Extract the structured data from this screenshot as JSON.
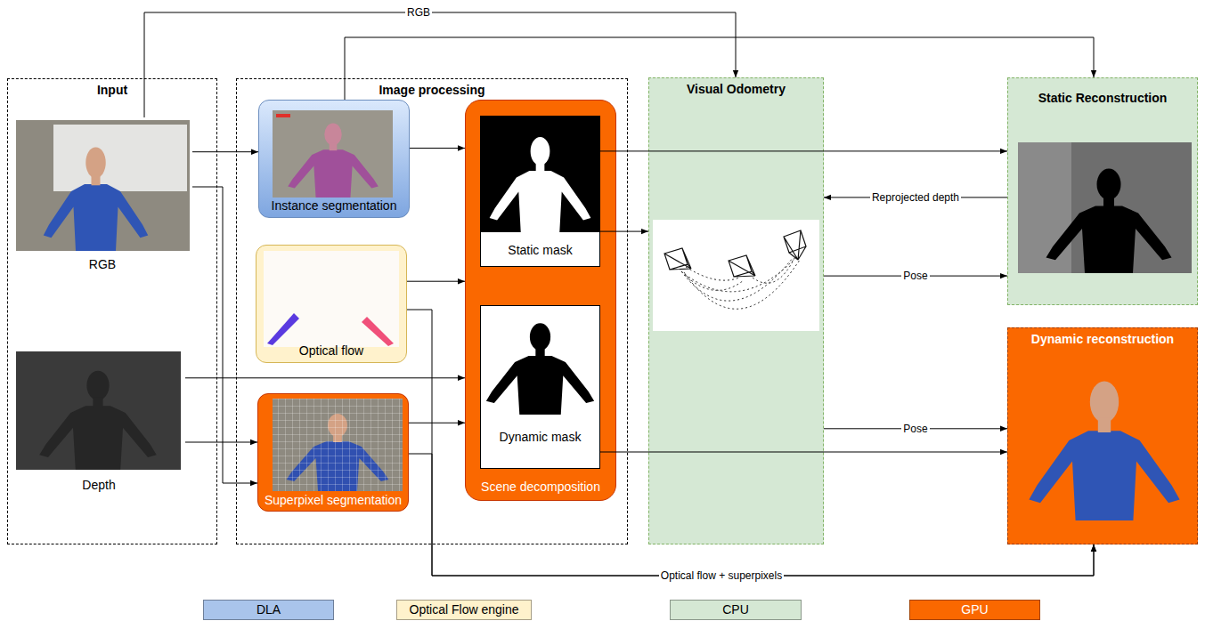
{
  "diagram": {
    "nodes": [
      {
        "text": [
          "Input"
        ]
      },
      {
        "text": [
          "RGB"
        ],
        "in": 0
      },
      {
        "text": [
          "Depth"
        ],
        "in": 0
      },
      {
        "text": [
          "Image processing"
        ]
      },
      {
        "text": [
          "Instance segmentation"
        ],
        "in": 3
      },
      {
        "text": [
          "Optical flow"
        ],
        "in": 3
      },
      {
        "text": [
          "Superpixel segmentation"
        ],
        "in": 3
      },
      {
        "text": [
          "Scene decomposition"
        ],
        "in": 3
      },
      {
        "text": [
          "Static mask"
        ],
        "in": 7
      },
      {
        "text": [
          "Dynamic mask"
        ],
        "in": 7
      },
      {
        "text": [
          "Visual Odometry"
        ]
      },
      {
        "text": [
          "Static Reconstruction"
        ]
      },
      {
        "text": [
          "Dynamic reconstruction"
        ]
      }
    ],
    "edges": [
      {
        "from": 1,
        "to": 10,
        "arrow": "to",
        "label": "RGB"
      },
      {
        "from": 4,
        "to": 11,
        "arrow": "to"
      },
      {
        "from": 1,
        "to": 4,
        "arrow": "to"
      },
      {
        "from": 1,
        "to": 6,
        "arrow": "to"
      },
      {
        "from": 2,
        "to": 7,
        "arrow": "to"
      },
      {
        "from": 2,
        "to": 6,
        "arrow": "to"
      },
      {
        "from": 4,
        "to": 7,
        "arrow": "to"
      },
      {
        "from": 5,
        "to": 7,
        "arrow": "to"
      },
      {
        "from": 6,
        "to": 7,
        "arrow": "to"
      },
      {
        "from": 8,
        "to": 11,
        "arrow": "to"
      },
      {
        "from": 8,
        "to": 10,
        "arrow": "to"
      },
      {
        "from": 9,
        "to": 12,
        "arrow": "to"
      },
      {
        "from": 11,
        "to": 10,
        "arrow": "to",
        "label": "Reprojected depth"
      },
      {
        "from": 10,
        "to": 11,
        "arrow": "to",
        "label": "Pose"
      },
      {
        "from": 10,
        "to": 12,
        "arrow": "to",
        "label": "Pose"
      },
      {
        "from": 5,
        "to": 12,
        "arrow": "to"
      },
      {
        "from": 6,
        "to": 12,
        "arrow": "to",
        "label": "Optical flow + superpixels"
      }
    ],
    "legend": [
      {
        "text": "DLA",
        "color": "#a9c4eb"
      },
      {
        "text": "Optical Flow engine",
        "color": "#fff2cc"
      },
      {
        "text": "CPU",
        "color": "#d5e8d4"
      },
      {
        "text": "GPU",
        "color": "#fa6800"
      }
    ]
  }
}
